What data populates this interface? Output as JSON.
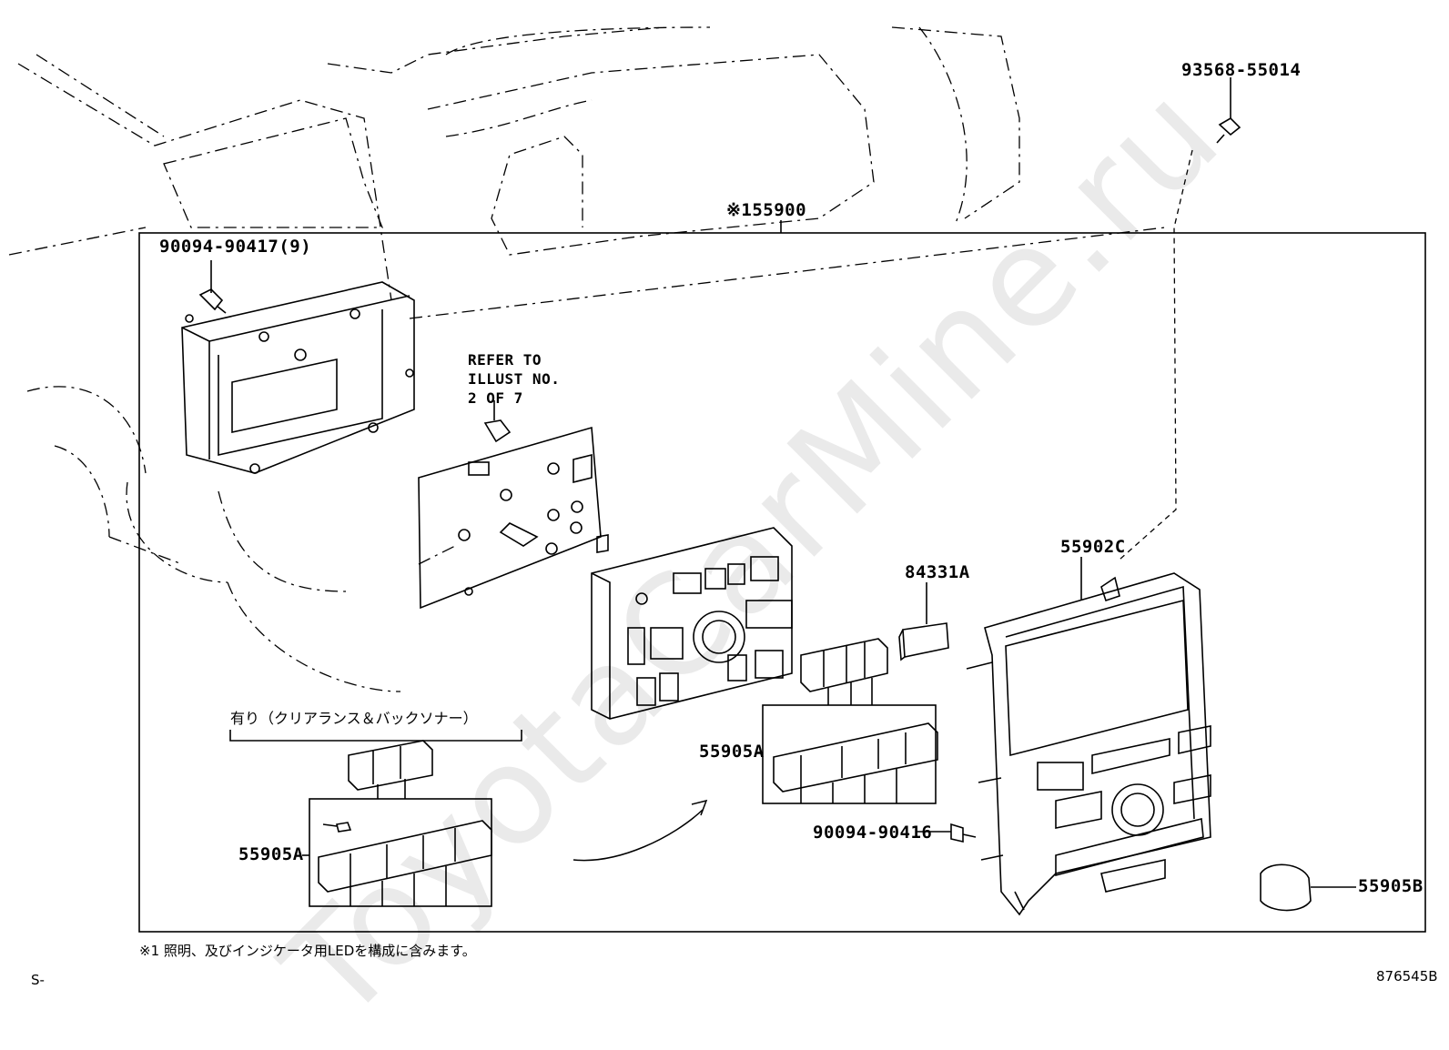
{
  "watermark": "ToyotaCarMine.ru",
  "group": {
    "label": "※155900"
  },
  "parts": {
    "bolt_top_right": "93568-55014",
    "screw_bracket": "90094-90417(9)",
    "refer_note": [
      "REFER TO",
      "ILLUST NO.",
      "2 OF 7"
    ],
    "bezel": "55902C",
    "switch_single": "84331A",
    "switch_set_center": "55905A",
    "switch_set_left": "55905A",
    "screw_bottom": "90094-90416",
    "knob": "55905B",
    "option_header": "有り（クリアランス＆バックソナー）"
  },
  "footnote": "※1 照明、及びインジケータ用LEDを構成に含みます。",
  "corner_left": "S-",
  "corner_right": "876545B"
}
